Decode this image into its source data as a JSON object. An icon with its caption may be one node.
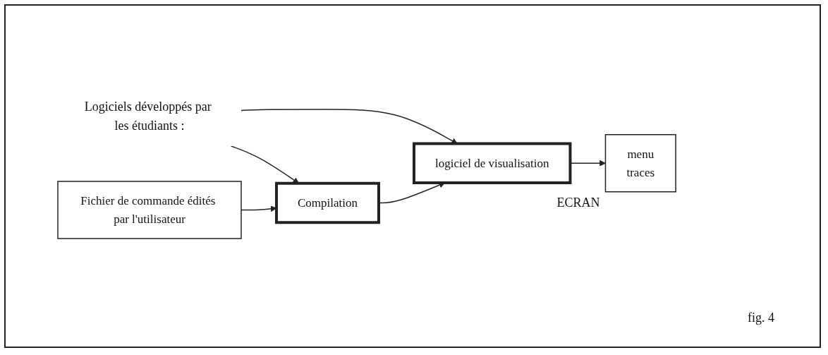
{
  "diagram": {
    "nodes": [
      {
        "text": [
          "Logiciels développés par les étudiants :"
        ]
      },
      {
        "text": [
          "Fichier de commande édités par l'utilisateur"
        ]
      },
      {
        "text": [
          "Compilation"
        ]
      },
      {
        "text": [
          "logiciel de visualisation"
        ]
      },
      {
        "text": [
          "menu",
          "traces"
        ],
        "beside": [
          "ECRAN"
        ]
      }
    ],
    "edges": [
      {
        "from": 0,
        "to": 2,
        "arrow": "to"
      },
      {
        "from": 0,
        "to": 3,
        "arrow": "to"
      },
      {
        "from": 1,
        "to": 2,
        "arrow": "to"
      },
      {
        "from": 2,
        "to": 3,
        "arrow": "to"
      },
      {
        "from": 3,
        "to": 4,
        "arrow": "to"
      }
    ],
    "labels": [
      "fig. 4"
    ]
  }
}
